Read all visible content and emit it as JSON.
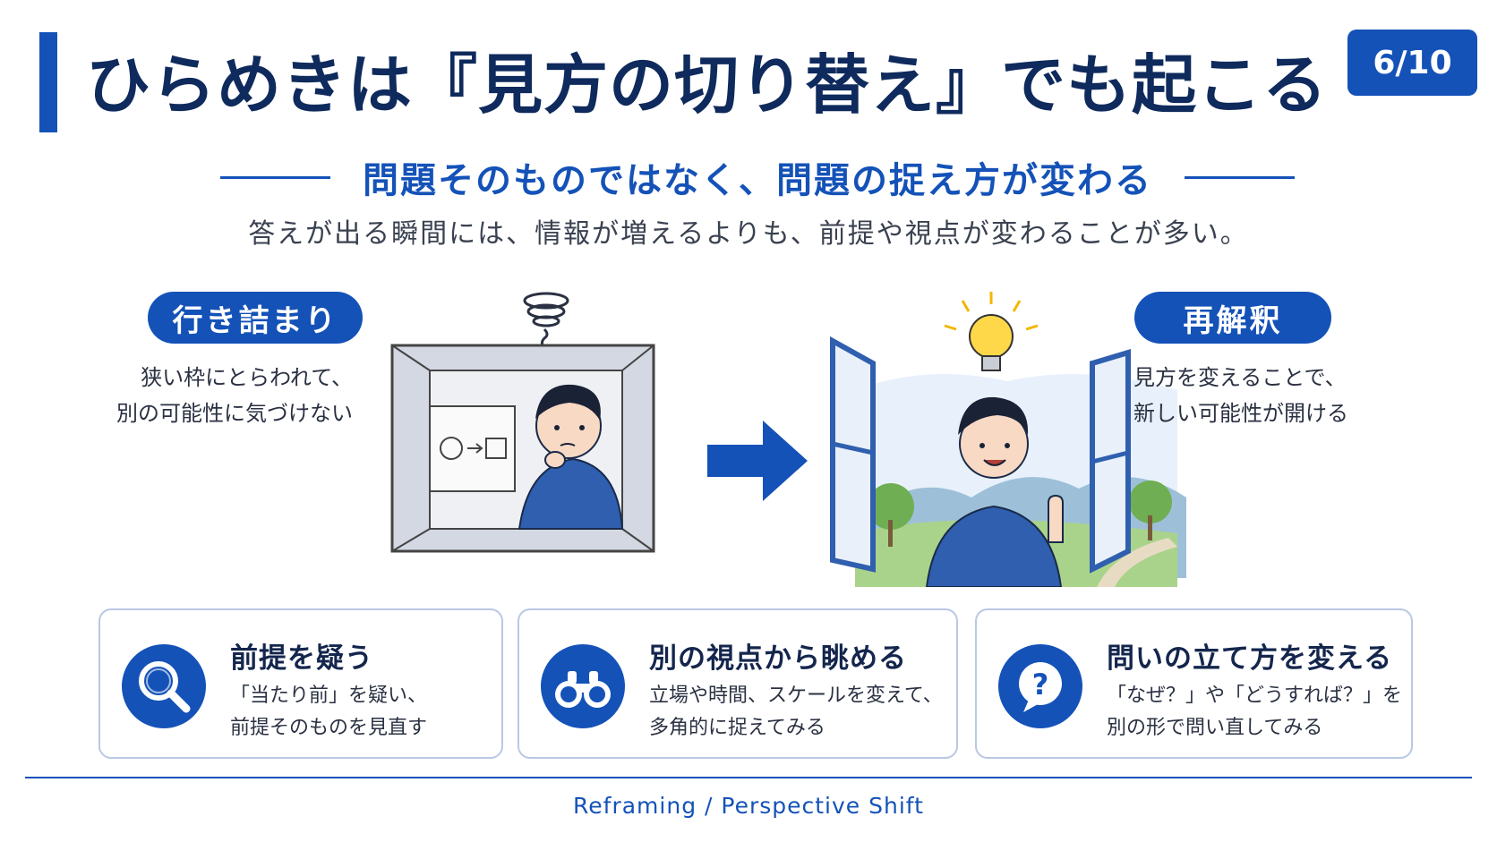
{
  "slide": {
    "title": "ひらめきは『見方の切り替え』でも起こる",
    "page_badge": "6/10",
    "subtitle": "問題そのものではなく、問題の捉え方が変わる",
    "lead": "答えが出る瞬間には、情報が増えるよりも、前提や視点が変わることが多い。"
  },
  "illustration": {
    "stuck": {
      "label": "行き詰まり",
      "caption_lines": [
        "狭い枠にとらわれて、",
        "別の可能性に気づけない"
      ]
    },
    "reframe": {
      "label": "再解釈",
      "caption_lines": [
        "見方を変えることで、",
        "新しい可能性が開ける"
      ]
    }
  },
  "cards": [
    {
      "icon": "magnifier-icon",
      "title": "前提を疑う",
      "body_lines": [
        "「当たり前」を疑い、",
        "前提そのものを見直す"
      ]
    },
    {
      "icon": "binoculars-icon",
      "title": "別の視点から眺める",
      "body_lines": [
        "立場や時間、スケールを変えて、",
        "多角的に捉えてみる"
      ]
    },
    {
      "icon": "question-bubble-icon",
      "title": "問いの立て方を変える",
      "body_lines": [
        "「なぜ？」や「どうすれば？」を",
        "別の形で問い直してみる"
      ]
    }
  ],
  "footer": {
    "text": "Reframing / Perspective Shift"
  },
  "colors": {
    "accent": "#1452b8",
    "title": "#0f2a5c"
  }
}
